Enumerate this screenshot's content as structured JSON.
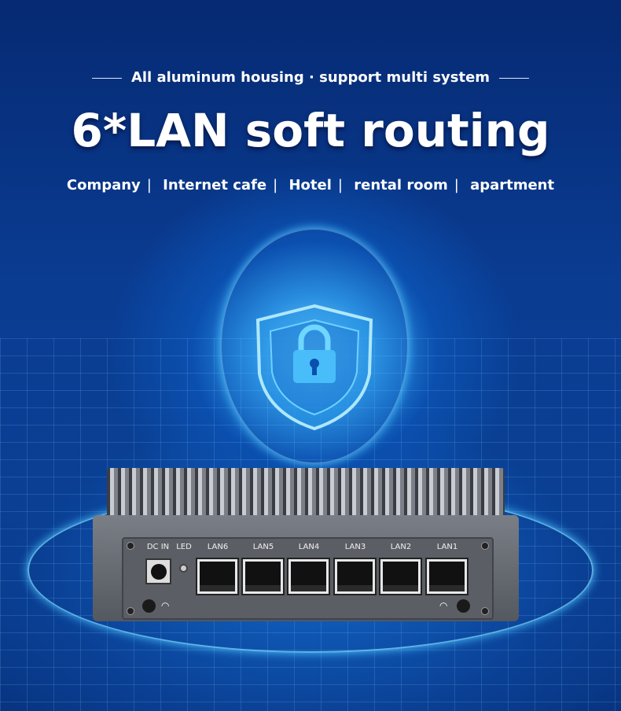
{
  "header": {
    "tagline": "All aluminum housing · support multi system",
    "title": "6*LAN soft routing",
    "uses": [
      "Company",
      "Internet cafe",
      "Hotel",
      "rental room",
      "apartment"
    ],
    "separator": "|"
  },
  "device": {
    "power_label": "DC IN",
    "led_label": "LED",
    "ports": [
      "LAN6",
      "LAN5",
      "LAN4",
      "LAN3",
      "LAN2",
      "LAN1"
    ]
  },
  "icons": {
    "center": "shield-lock-icon",
    "antenna": "wifi-icon"
  },
  "colors": {
    "background": "#0a3f95",
    "glow": "#4cc3ff"
  }
}
